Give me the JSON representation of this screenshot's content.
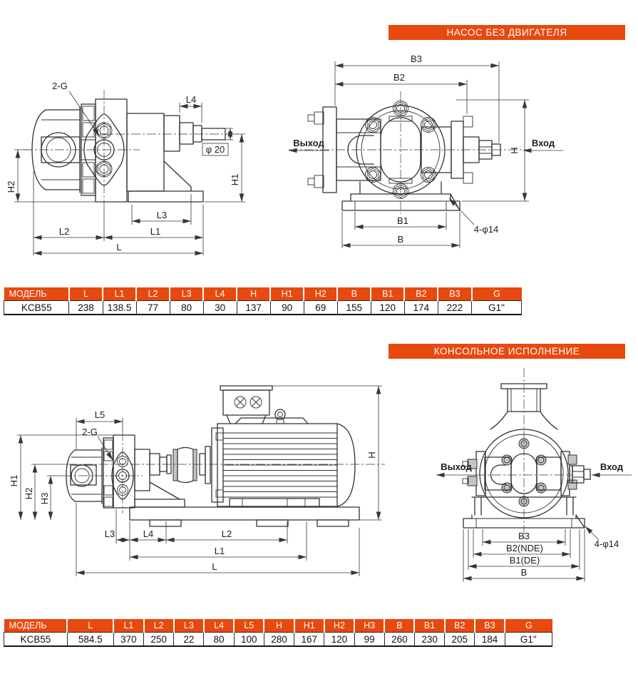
{
  "accent_color": "#e8490f",
  "sections": [
    {
      "banner": "НАСОС БЕЗ ДВИГАТЕЛЯ",
      "table": {
        "headers": [
          "МОДЕЛЬ",
          "L",
          "L1",
          "L2",
          "L3",
          "L4",
          "H",
          "H1",
          "H2",
          "B",
          "B1",
          "B2",
          "B3",
          "G"
        ],
        "rows": [
          [
            "KCB55",
            "238",
            "138.5",
            "77",
            "80",
            "30",
            "137",
            "90",
            "69",
            "155",
            "120",
            "174",
            "222",
            "G1\""
          ]
        ]
      }
    },
    {
      "banner": "КОНСОЛЬНОЕ ИСПОЛНЕНИЕ",
      "table": {
        "headers": [
          "МОДЕЛЬ",
          "L",
          "L1",
          "L2",
          "L3",
          "L4",
          "L5",
          "H",
          "H1",
          "H2",
          "H3",
          "B",
          "B1",
          "B2",
          "B3",
          "G"
        ],
        "rows": [
          [
            "KCB55",
            "584.5",
            "370",
            "250",
            "22",
            "80",
            "100",
            "280",
            "167",
            "120",
            "99",
            "260",
            "230",
            "205",
            "184",
            "G1\""
          ]
        ]
      }
    }
  ],
  "drawings": {
    "pump_side": {
      "labels": {
        "port": "2-G",
        "l4": "L4",
        "shaft_dia": "φ 20",
        "h1": "H1",
        "h2": "H2",
        "l3": "L3",
        "l2": "L2",
        "l1": "L1",
        "l": "L"
      }
    },
    "pump_front": {
      "labels": {
        "b3": "B3",
        "b2": "B2",
        "b1": "B1",
        "b": "B",
        "h": "H",
        "outlet": "Выход",
        "inlet": "Вход",
        "holes": "4-φ14"
      }
    },
    "unit_side": {
      "labels": {
        "l5": "L5",
        "port": "2-G",
        "h1": "H1",
        "h2": "H2",
        "h3": "H3",
        "h": "H",
        "l3": "L3",
        "l4": "L4",
        "l2": "L2",
        "l1": "L1",
        "l": "L"
      }
    },
    "unit_front": {
      "labels": {
        "outlet": "Выход",
        "inlet": "Вход",
        "b3": "B3",
        "b2": "B2(NDE)",
        "b1": "B1(DE)",
        "b": "B",
        "holes": "4-φ14"
      }
    }
  }
}
